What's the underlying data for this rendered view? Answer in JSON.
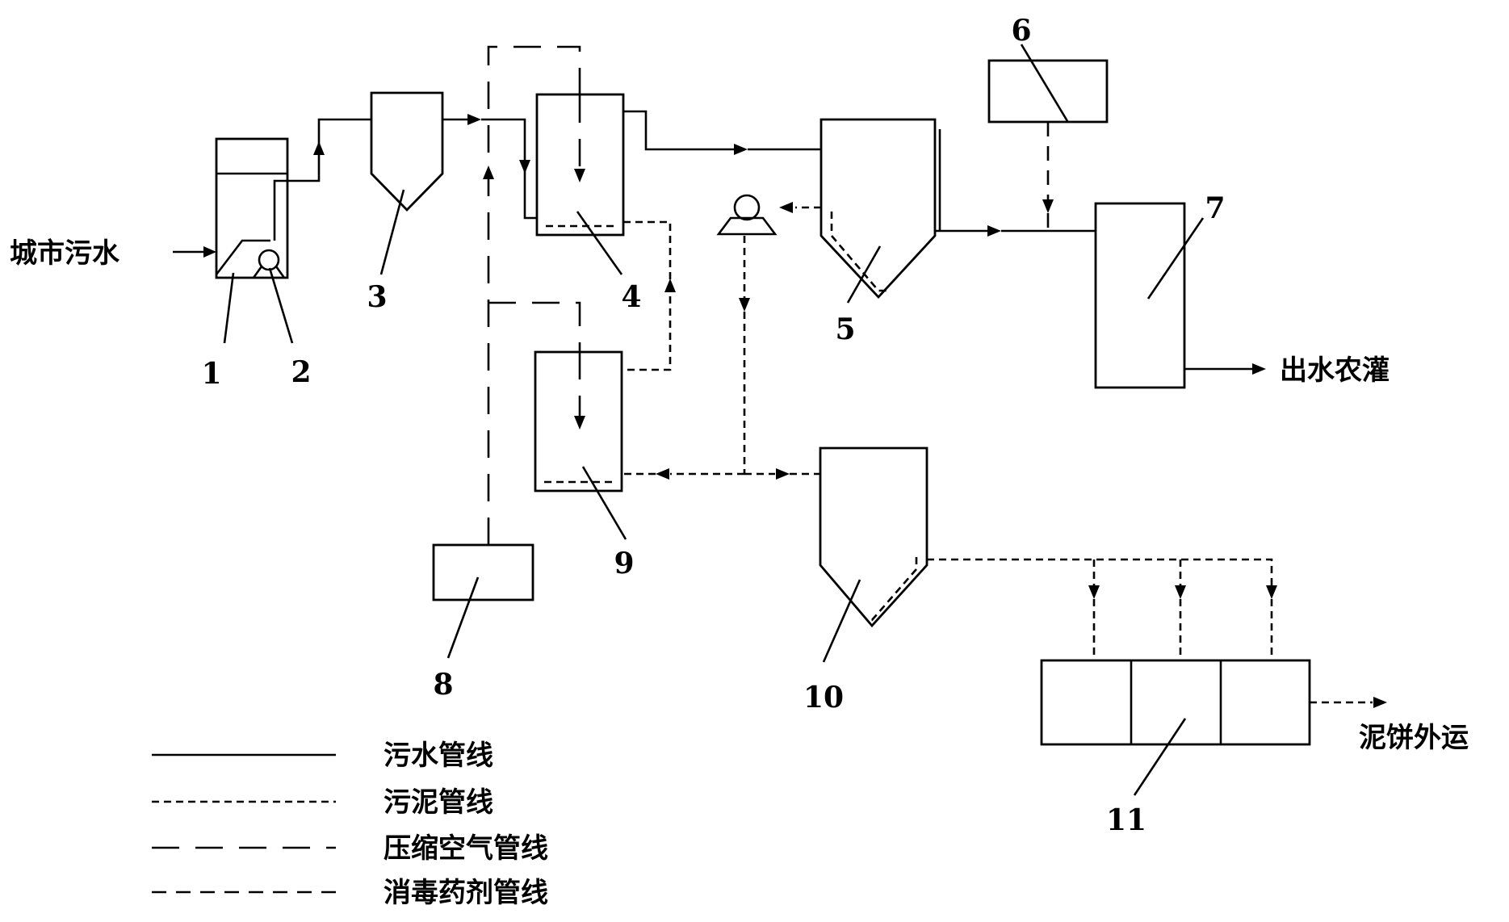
{
  "labels": {
    "inlet": "城市污水",
    "outlet_water": "出水农灌",
    "outlet_cake": "泥饼外运"
  },
  "components": [
    {
      "id": "1",
      "label": "1"
    },
    {
      "id": "2",
      "label": "2"
    },
    {
      "id": "3",
      "label": "3"
    },
    {
      "id": "4",
      "label": "4"
    },
    {
      "id": "5",
      "label": "5"
    },
    {
      "id": "6",
      "label": "6"
    },
    {
      "id": "7",
      "label": "7"
    },
    {
      "id": "8",
      "label": "8"
    },
    {
      "id": "9",
      "label": "9"
    },
    {
      "id": "10",
      "label": "10"
    },
    {
      "id": "11",
      "label": "11"
    }
  ],
  "legend": [
    {
      "label": "污水管线",
      "style": "solid"
    },
    {
      "label": "污泥管线",
      "style": "fine-dashed"
    },
    {
      "label": "压缩空气管线",
      "style": "long-dashed"
    },
    {
      "label": "消毒药剂管线",
      "style": "medium-dashed"
    }
  ]
}
